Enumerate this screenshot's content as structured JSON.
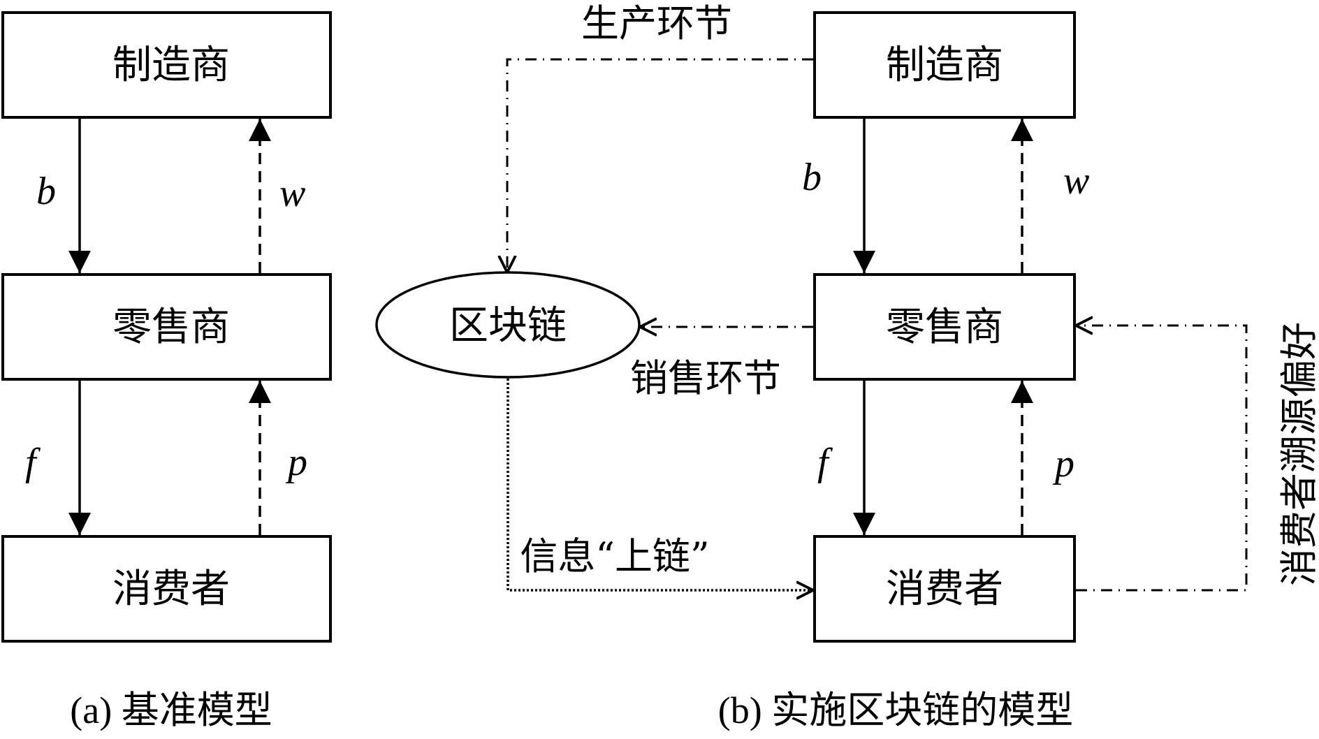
{
  "panel_a": {
    "caption": "(a) 基准模型",
    "nodes": {
      "manufacturer": "制造商",
      "retailer": "零售商",
      "consumer": "消费者"
    },
    "edges": {
      "b": "b",
      "w": "w",
      "f": "f",
      "p": "p"
    }
  },
  "panel_b": {
    "caption": "(b) 实施区块链的模型",
    "nodes": {
      "manufacturer": "制造商",
      "retailer": "零售商",
      "consumer": "消费者",
      "blockchain": "区块链"
    },
    "edges": {
      "b": "b",
      "w": "w",
      "f": "f",
      "p": "p",
      "production_stage": "生产环节",
      "sales_stage": "销售环节",
      "info_on_chain": "信息“上链”",
      "traceability_preference": "消费者溯源偏好"
    }
  },
  "colors": {
    "stroke": "#000000",
    "background": "#ffffff"
  }
}
